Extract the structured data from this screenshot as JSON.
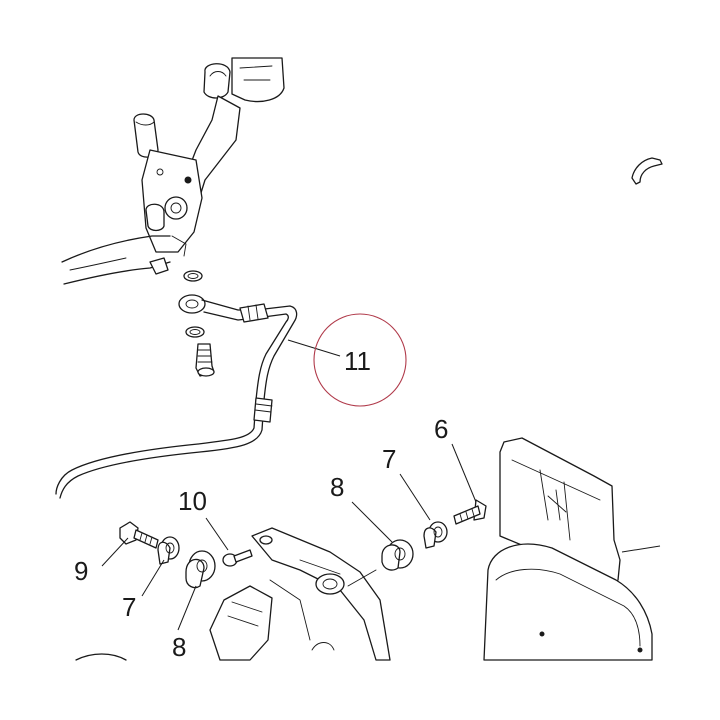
{
  "callouts": {
    "c11": "11",
    "c10": "10",
    "c9": "9",
    "c8_left": "8",
    "c8_right": "8",
    "c7_left": "7",
    "c7_right": "7",
    "c6": "6"
  },
  "colors": {
    "line": "#1a1a1a",
    "highlight_circle": "#b03a4a",
    "background": "#ffffff"
  }
}
